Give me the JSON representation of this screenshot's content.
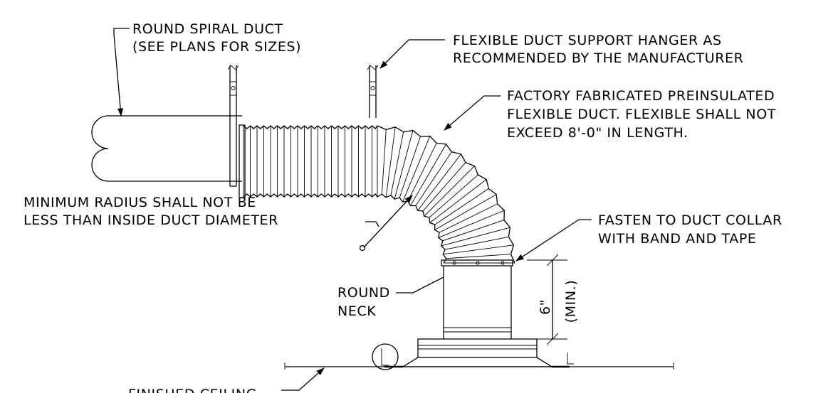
{
  "notes": {
    "spiral_duct": {
      "line1": "ROUND SPIRAL DUCT",
      "line2": "(SEE PLANS FOR SIZES)"
    },
    "hanger": {
      "line1": "FLEXIBLE DUCT SUPPORT HANGER AS",
      "line2": "RECOMMENDED BY THE MANUFACTURER"
    },
    "flex_duct": {
      "line1": "FACTORY FABRICATED PREINSULATED",
      "line2": "FLEXIBLE DUCT. FLEXIBLE SHALL NOT",
      "line3": "EXCEED 8'-0\" IN LENGTH."
    },
    "min_radius": {
      "line1": "MINIMUM RADIUS SHALL NOT BE",
      "line2": "LESS THAN INSIDE DUCT DIAMETER"
    },
    "fasten": {
      "line1": "FASTEN TO DUCT COLLAR",
      "line2": "WITH BAND AND TAPE"
    },
    "round_neck": {
      "line1": "ROUND",
      "line2": "NECK"
    },
    "dimension": {
      "value": "6\"",
      "qualifier": "(MIN.)"
    },
    "ceiling": {
      "label": "FINISHED CEILING"
    }
  }
}
